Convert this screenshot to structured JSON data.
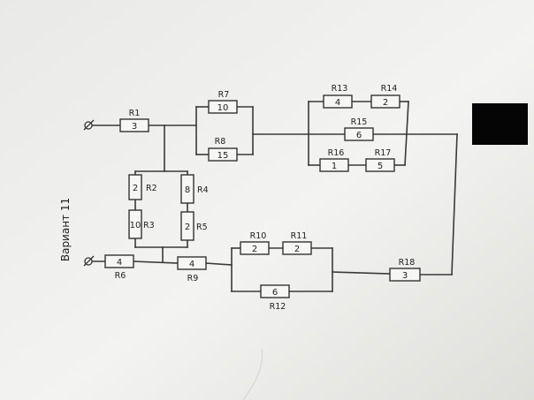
{
  "title": "Вариант 11",
  "colors": {
    "paper": "#f0f0ee",
    "ink": "#333333",
    "mask": "#050505"
  },
  "resistors": {
    "R1": {
      "label": "R1",
      "value": "3"
    },
    "R2": {
      "label": "R2",
      "value": "2"
    },
    "R3": {
      "label": "R3",
      "value": "10"
    },
    "R4": {
      "label": "R4",
      "value": "8"
    },
    "R5": {
      "label": "R5",
      "value": "2"
    },
    "R6": {
      "label": "R6",
      "value": "4"
    },
    "R7": {
      "label": "R7",
      "value": "10"
    },
    "R8": {
      "label": "R8",
      "value": "15"
    },
    "R9": {
      "label": "R9",
      "value": "4"
    },
    "R10": {
      "label": "R10",
      "value": "2"
    },
    "R11": {
      "label": "R11",
      "value": "2"
    },
    "R12": {
      "label": "R12",
      "value": "6"
    },
    "R13": {
      "label": "R13",
      "value": "4"
    },
    "R14": {
      "label": "R14",
      "value": "2"
    },
    "R15": {
      "label": "R15",
      "value": "6"
    },
    "R16": {
      "label": "R16",
      "value": "1"
    },
    "R17": {
      "label": "R17",
      "value": "5"
    },
    "R18": {
      "label": "R18",
      "value": "3"
    }
  }
}
